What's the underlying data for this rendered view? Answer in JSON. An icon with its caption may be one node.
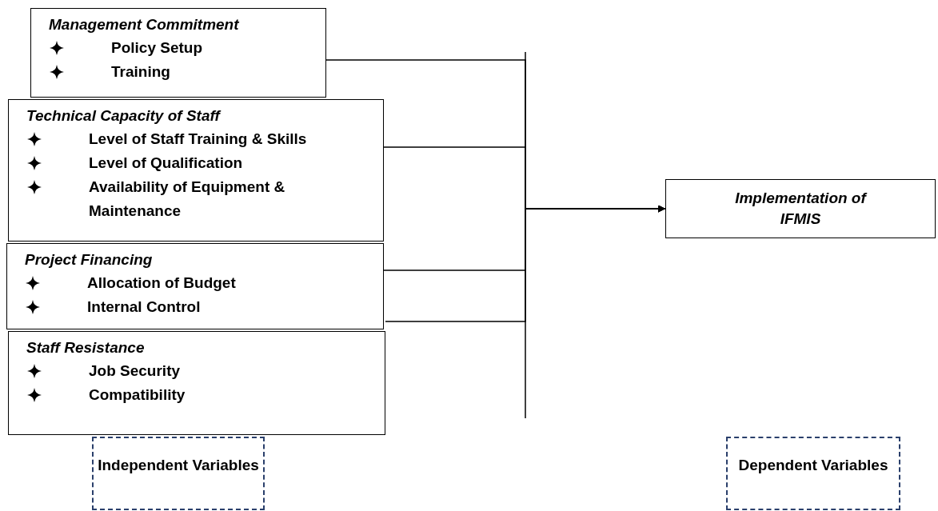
{
  "diagram": {
    "nodes": [
      {
        "text": [
          "Management Commitment",
          "Policy Setup",
          "Training"
        ]
      },
      {
        "text": [
          "Technical Capacity of Staff",
          "Level of Staff Training & Skills",
          "Level of Qualification",
          "Availability of Equipment & Maintenance"
        ]
      },
      {
        "text": [
          "Project Financing",
          "Allocation of Budget",
          "Internal Control"
        ]
      },
      {
        "text": [
          "Staff Resistance",
          "Job Security",
          "Compatibility"
        ]
      },
      {
        "text": [
          "Implementation of IFMIS"
        ]
      },
      {
        "text": [
          "Independent Variables"
        ]
      },
      {
        "text": [
          "Dependent Variables"
        ]
      }
    ],
    "edges": [
      {
        "from": 0,
        "to": 4,
        "arrow": "to"
      },
      {
        "from": 1,
        "to": 4,
        "arrow": "to"
      },
      {
        "from": 2,
        "to": 4,
        "arrow": "to"
      },
      {
        "from": 3,
        "to": 4,
        "arrow": "to"
      }
    ]
  }
}
